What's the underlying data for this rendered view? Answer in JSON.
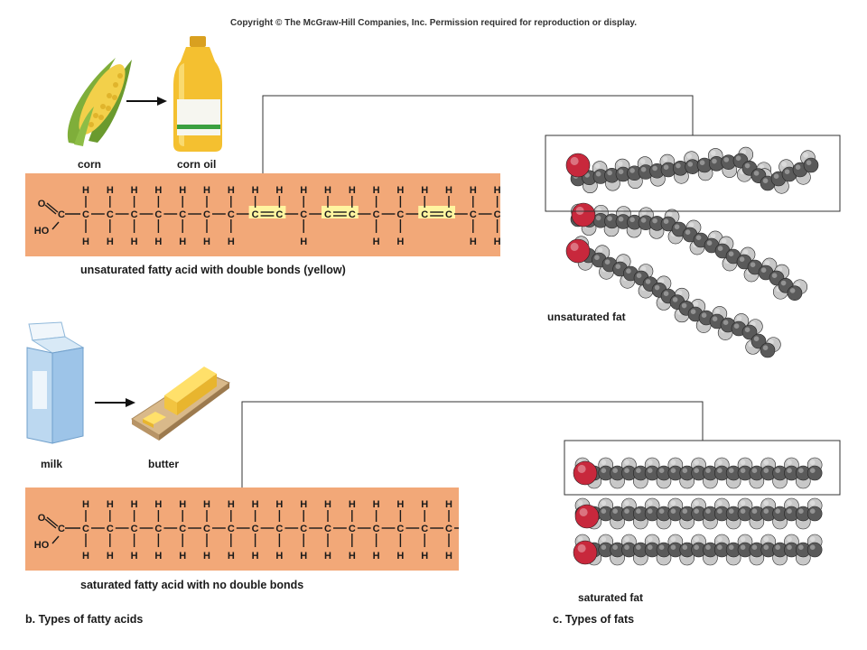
{
  "copyright": "Copyright © The McGraw-Hill Companies, Inc. Permission required for reproduction or display.",
  "top": {
    "source_label": "corn",
    "product_label": "corn oil",
    "formula_caption": "unsaturated fatty acid with double bonds (yellow)",
    "model_label": "unsaturated fat"
  },
  "bottom": {
    "source_label": "milk",
    "product_label": "butter",
    "formula_caption": "saturated fatty acid with no double bonds",
    "model_label": "saturated fat"
  },
  "section_b": "b. Types of fatty acids",
  "section_c": "c. Types of fats",
  "atoms": {
    "oxygen": "O",
    "hydroxyl": "HO",
    "carbon": "C",
    "hydrogen": "H"
  },
  "colors": {
    "panel": "#f2a878",
    "double_bond_highlight": "#fff5a0",
    "oxygen_sphere": "#c8283c",
    "carbon_sphere": "#5a5a5a",
    "hydrogen_sphere": "#c8c8c8"
  }
}
